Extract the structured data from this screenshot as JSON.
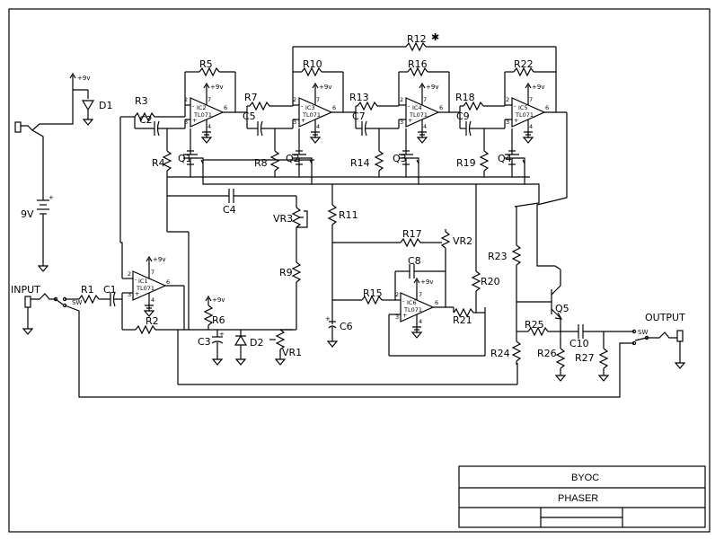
{
  "labels": {
    "d1": "D1",
    "d2": "D2",
    "v9": "9V",
    "input": "INPUT",
    "output": "OUTPUT",
    "r1": "R1",
    "c1": "C1",
    "r2": "R2",
    "r3": "R3",
    "c2": "C2",
    "r4": "R4",
    "r5": "R5",
    "r6": "R6",
    "r7": "R7",
    "c5": "C5",
    "r8": "R8",
    "r10": "R10",
    "r12": "R12",
    "star": "✱",
    "r13": "R13",
    "c7": "C7",
    "r14": "R14",
    "r16": "R16",
    "r18": "R18",
    "c9": "C9",
    "r19": "R19",
    "r22": "R22",
    "c3": "C3",
    "c4": "C4",
    "vr3": "VR3",
    "r9": "R9",
    "vr1": "VR1",
    "r11": "R11",
    "r17": "R17",
    "vr2": "VR2",
    "c8": "C8",
    "r15": "R15",
    "c6": "C6",
    "r20": "R20",
    "r21": "R21",
    "r23": "R23",
    "r24": "R24",
    "r25": "R25",
    "r26": "R26",
    "r27": "R27",
    "c10": "C10",
    "q1": "Q1",
    "q2": "Q2",
    "q3": "Q3",
    "q4": "Q4",
    "q5": "Q5",
    "sw": "SW",
    "plus9": "+9v"
  },
  "opamps": {
    "ic1": {
      "name": "IC1",
      "part": "TL071"
    },
    "ic2": {
      "name": "IC2",
      "part": "TL071"
    },
    "ic3": {
      "name": "IC3",
      "part": "TL071"
    },
    "ic4": {
      "name": "IC4",
      "part": "TL071"
    },
    "ic5": {
      "name": "IC5",
      "part": "TL071"
    },
    "ic6": {
      "name": "IC6",
      "part": "TL071"
    }
  },
  "pins": {
    "p2": "2",
    "p3": "3",
    "p4": "4",
    "p6": "6",
    "p7": "7",
    "minus": "-",
    "plus": "+"
  },
  "title_block": {
    "company": "BYOC",
    "title": "PHASER"
  }
}
